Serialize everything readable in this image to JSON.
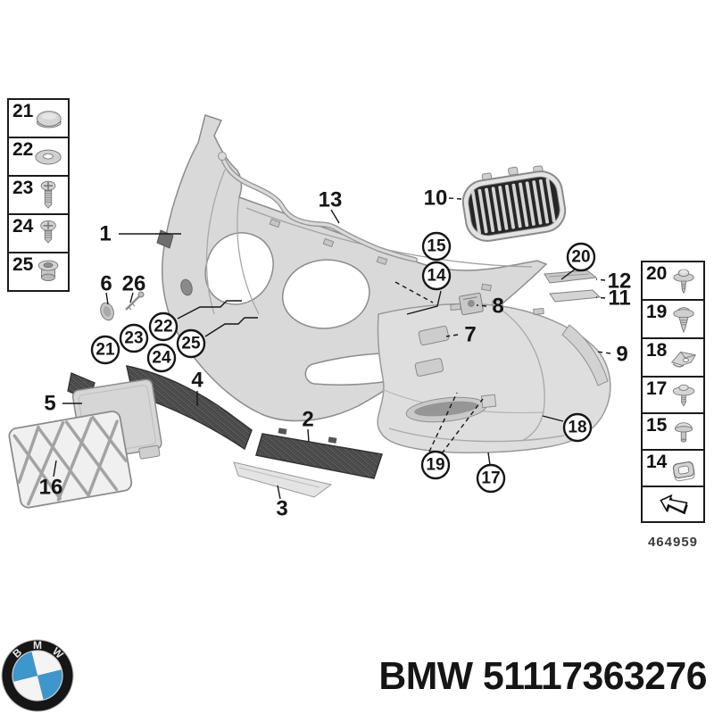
{
  "page": {
    "background": "#ffffff"
  },
  "figure_code": "464959",
  "footer": {
    "part_text": "BMW 51117363276",
    "logo_letters": [
      "B",
      "M",
      "W"
    ]
  },
  "callouts": {
    "n1": "1",
    "n2": "2",
    "n3": "3",
    "n4": "4",
    "n5": "5",
    "n6": "6",
    "n7": "7",
    "n8": "8",
    "n9": "9",
    "n10": "10",
    "n11": "11",
    "n12": "12",
    "n13": "13",
    "n14": "14",
    "n15": "15",
    "n16": "16",
    "n17": "17",
    "n18": "18",
    "n19": "19",
    "n20": "20",
    "n21": "21",
    "n22": "22",
    "n23": "23",
    "n24": "24",
    "n25": "25",
    "n26": "26"
  },
  "legend": {
    "left": [
      {
        "num": "21",
        "icon": "cover-cap"
      },
      {
        "num": "22",
        "icon": "washer"
      },
      {
        "num": "23",
        "icon": "long-screw"
      },
      {
        "num": "24",
        "icon": "short-screw"
      },
      {
        "num": "25",
        "icon": "threaded-sleeve"
      }
    ],
    "right": [
      {
        "num": "20",
        "icon": "screw-with-washer"
      },
      {
        "num": "19",
        "icon": "expanding-rivet"
      },
      {
        "num": "18",
        "icon": "metal-clamp"
      },
      {
        "num": "17",
        "icon": "flange-screw"
      },
      {
        "num": "15",
        "icon": "blind-rivet"
      },
      {
        "num": "14",
        "icon": "square-grommet"
      },
      {
        "num": "",
        "icon": "direction-arrow"
      }
    ]
  },
  "colors": {
    "line_art_fill": "#d9d9d9",
    "line_art_stroke": "#8c8c8c",
    "mesh_dark": "#454545",
    "label_color": "#161616",
    "bmw_blue": "#3d96cc"
  }
}
